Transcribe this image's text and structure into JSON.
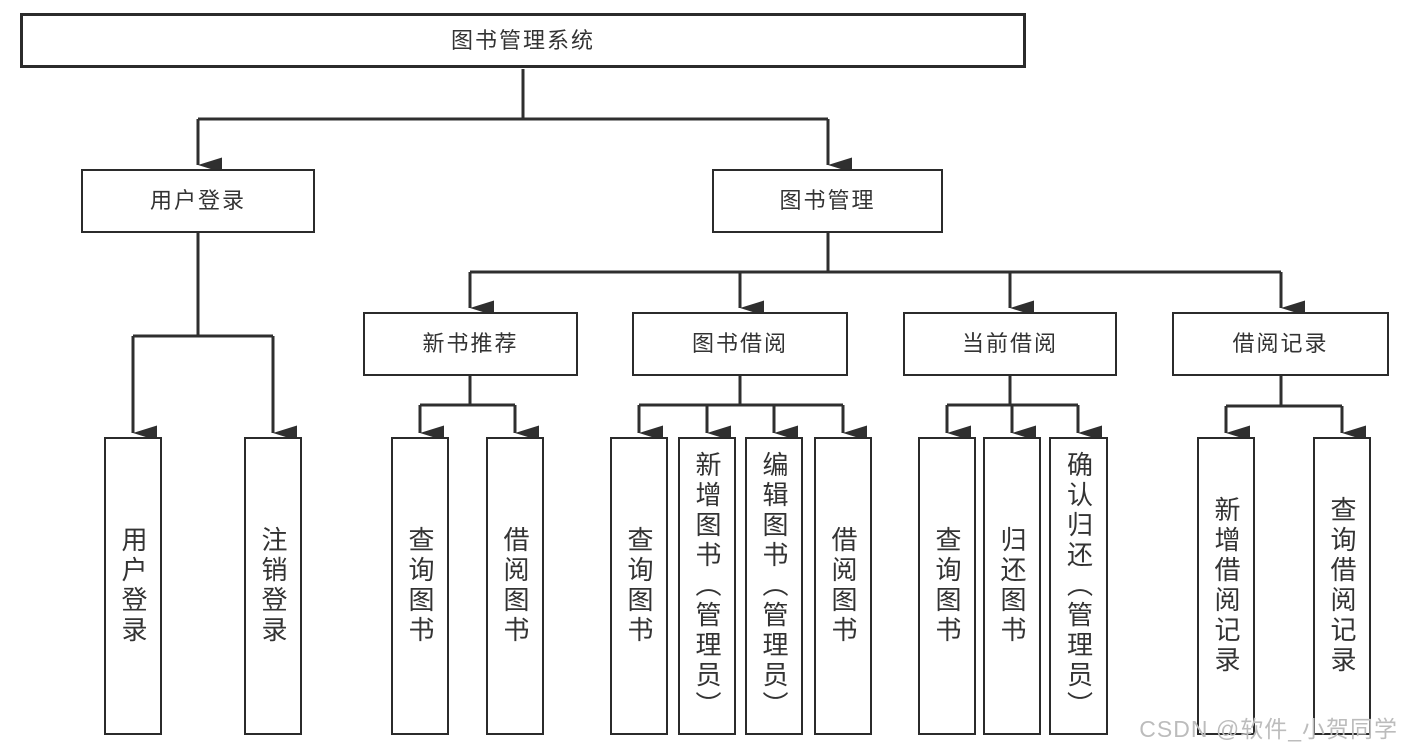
{
  "tree": {
    "root": {
      "label": "图书管理系统",
      "children": [
        {
          "label": "用户登录",
          "children": [
            {
              "label": "用户登录"
            },
            {
              "label": "注销登录"
            }
          ]
        },
        {
          "label": "图书管理",
          "children": [
            {
              "label": "新书推荐",
              "children": [
                {
                  "label": "查询图书"
                },
                {
                  "label": "借阅图书"
                }
              ]
            },
            {
              "label": "图书借阅",
              "children": [
                {
                  "label": "查询图书"
                },
                {
                  "label": "新增图书（管理员）"
                },
                {
                  "label": "编辑图书（管理员）"
                },
                {
                  "label": "借阅图书"
                }
              ]
            },
            {
              "label": "当前借阅",
              "children": [
                {
                  "label": "查询图书"
                },
                {
                  "label": "归还图书"
                },
                {
                  "label": "确认归还（管理员）"
                }
              ]
            },
            {
              "label": "借阅记录",
              "children": [
                {
                  "label": "新增借阅记录"
                },
                {
                  "label": "查询借阅记录"
                }
              ]
            }
          ]
        }
      ]
    }
  },
  "watermark": "CSDN @软件_小贺同学",
  "colors": {
    "line": "#2f2f2f",
    "box_border": "#2b2b2b",
    "text": "#333333",
    "watermark": "#bcbcbc",
    "background": "#ffffff"
  }
}
